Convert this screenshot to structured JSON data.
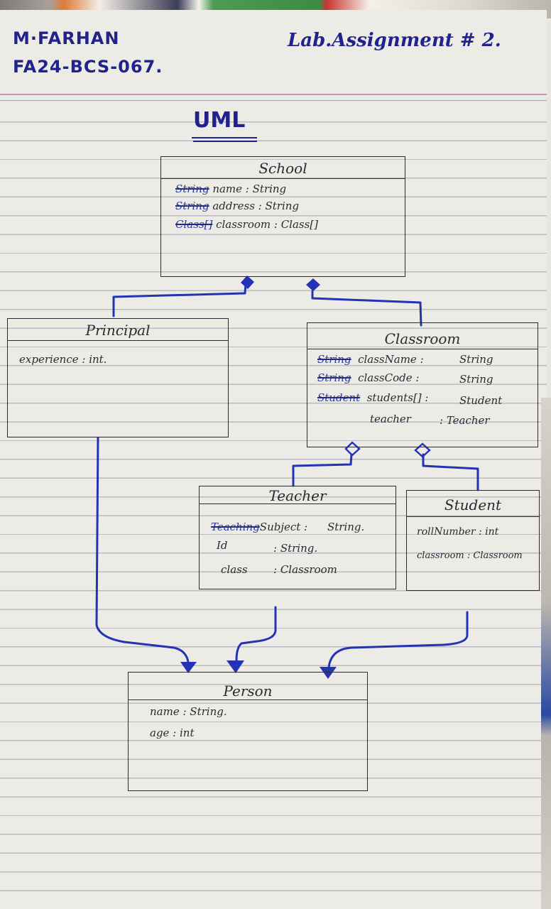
{
  "header": {
    "student_name": "M·FARHAN",
    "student_id": "FA24-BCS-067.",
    "assignment_title": "Lab.Assignment # 2.",
    "uml_title": "UML"
  },
  "ink_color": "#21238c",
  "classes": {
    "school": {
      "name": "School",
      "attributes": [
        {
          "struck": "String",
          "text": "name :  String"
        },
        {
          "struck": "String",
          "text": "address :  String"
        },
        {
          "struck": "Class[]",
          "text": "classroom :  Class[]"
        }
      ]
    },
    "principal": {
      "name": "Principal",
      "attributes": [
        {
          "text": "experience  :  int."
        }
      ]
    },
    "classroom": {
      "name": "Classroom",
      "attributes": [
        {
          "struck": "String",
          "text": "className :",
          "type": "String"
        },
        {
          "struck": "String",
          "text": "classCode :",
          "type": "String"
        },
        {
          "struck": "Student",
          "text": "students[] :",
          "type": "Student"
        },
        {
          "text": "teacher",
          "type": ":  Teacher"
        }
      ]
    },
    "teacher": {
      "name": "Teacher",
      "attributes": [
        {
          "struck": "Teaching",
          "text": "Subject :",
          "type": "String."
        },
        {
          "text": "Id",
          "type": ":   String."
        },
        {
          "text": "class",
          "type": ":   Classroom"
        }
      ]
    },
    "student": {
      "name": "Student",
      "attributes": [
        {
          "text": "rollNumber :  int"
        },
        {
          "text": "classroom  :  Classroom"
        }
      ]
    },
    "person": {
      "name": "Person",
      "attributes": [
        {
          "text": "name  :  String."
        },
        {
          "text": "age  :  int"
        }
      ]
    }
  }
}
